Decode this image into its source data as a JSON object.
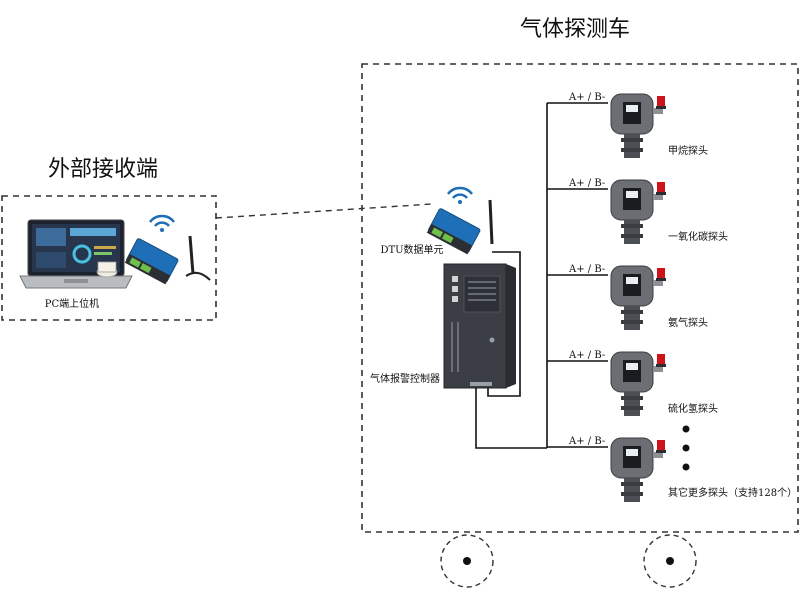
{
  "vehicle": {
    "title": "气体探测车"
  },
  "external": {
    "title": "外部接收端",
    "pc_label": "PC端上位机"
  },
  "dtu": {
    "label": "DTU数据单元"
  },
  "controller": {
    "label": "气体报警控制器"
  },
  "bus_label": "A+ / B-",
  "probes": [
    {
      "label": "甲烷探头"
    },
    {
      "label": "一氧化碳探头"
    },
    {
      "label": "氨气探头"
    },
    {
      "label": "硫化氢探头"
    },
    {
      "label": "其它更多探头（支持128个）"
    }
  ],
  "colors": {
    "line": "#111111",
    "dash": "#333333",
    "probe_body": "#6b6e73",
    "alarm_red": "#d0121b",
    "dtu_blue": "#1f6fb8",
    "controller": "#3b3e44"
  },
  "icons": {
    "wifi": "wifi-icon",
    "laptop": "laptop-icon",
    "antenna": "antenna-icon",
    "alarm": "alarm-light-icon"
  }
}
